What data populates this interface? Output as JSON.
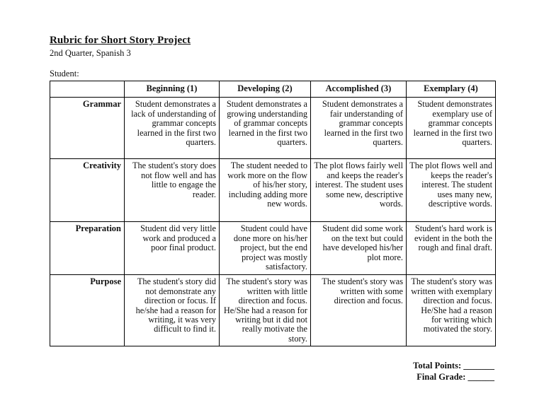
{
  "title": "Rubric for Short Story Project",
  "subtitle": "2nd Quarter, Spanish 3",
  "student_label": "Student:",
  "table": {
    "headers": [
      "",
      "Beginning (1)",
      "Developing (2)",
      "Accomplished (3)",
      "Exemplary (4)"
    ],
    "rows": [
      {
        "criterion": "Grammar",
        "cells": [
          "Student demonstrates a lack of understanding of grammar concepts learned in the first two quarters.",
          "Student demonstrates a growing understanding of grammar concepts learned in the first two quarters.",
          "Student demonstrates a fair understanding of grammar concepts learned in the first two quarters.",
          "Student demonstrates exemplary use of grammar concepts learned in the first two quarters."
        ]
      },
      {
        "criterion": "Creativity",
        "cells": [
          "The student's story does not flow well and has little to engage the reader.",
          "The student needed to work more on the flow of his/her story, including adding more new words.",
          "The plot flows fairly well and keeps the reader's interest. The student uses some new, descriptive words.",
          "The plot flows well and keeps the reader's interest. The student uses many new, descriptive words."
        ]
      },
      {
        "criterion": "Preparation",
        "cells": [
          "Student did very little work and produced a poor final product.",
          "Student could have done more on his/her project, but the end project was mostly satisfactory.",
          "Student did some work on the text but could have developed his/her plot more.",
          "Student's hard work is evident in the both the rough and final draft."
        ]
      },
      {
        "criterion": "Purpose",
        "cells": [
          "The student's story did not demonstrate any direction or focus. If he/she had a reason for writing, it was very difficult to find it.",
          "The student's story was written with little direction and focus. He/She had a reason for writing but it did not really motivate the story.",
          "The student's story was written with some direction and focus.",
          "The student's story was written with exemplary direction and focus. He/She had a reason for writing which motivated the story."
        ]
      }
    ]
  },
  "totals": {
    "total_points": "Total Points: _______",
    "final_grade": "Final Grade: ______"
  }
}
